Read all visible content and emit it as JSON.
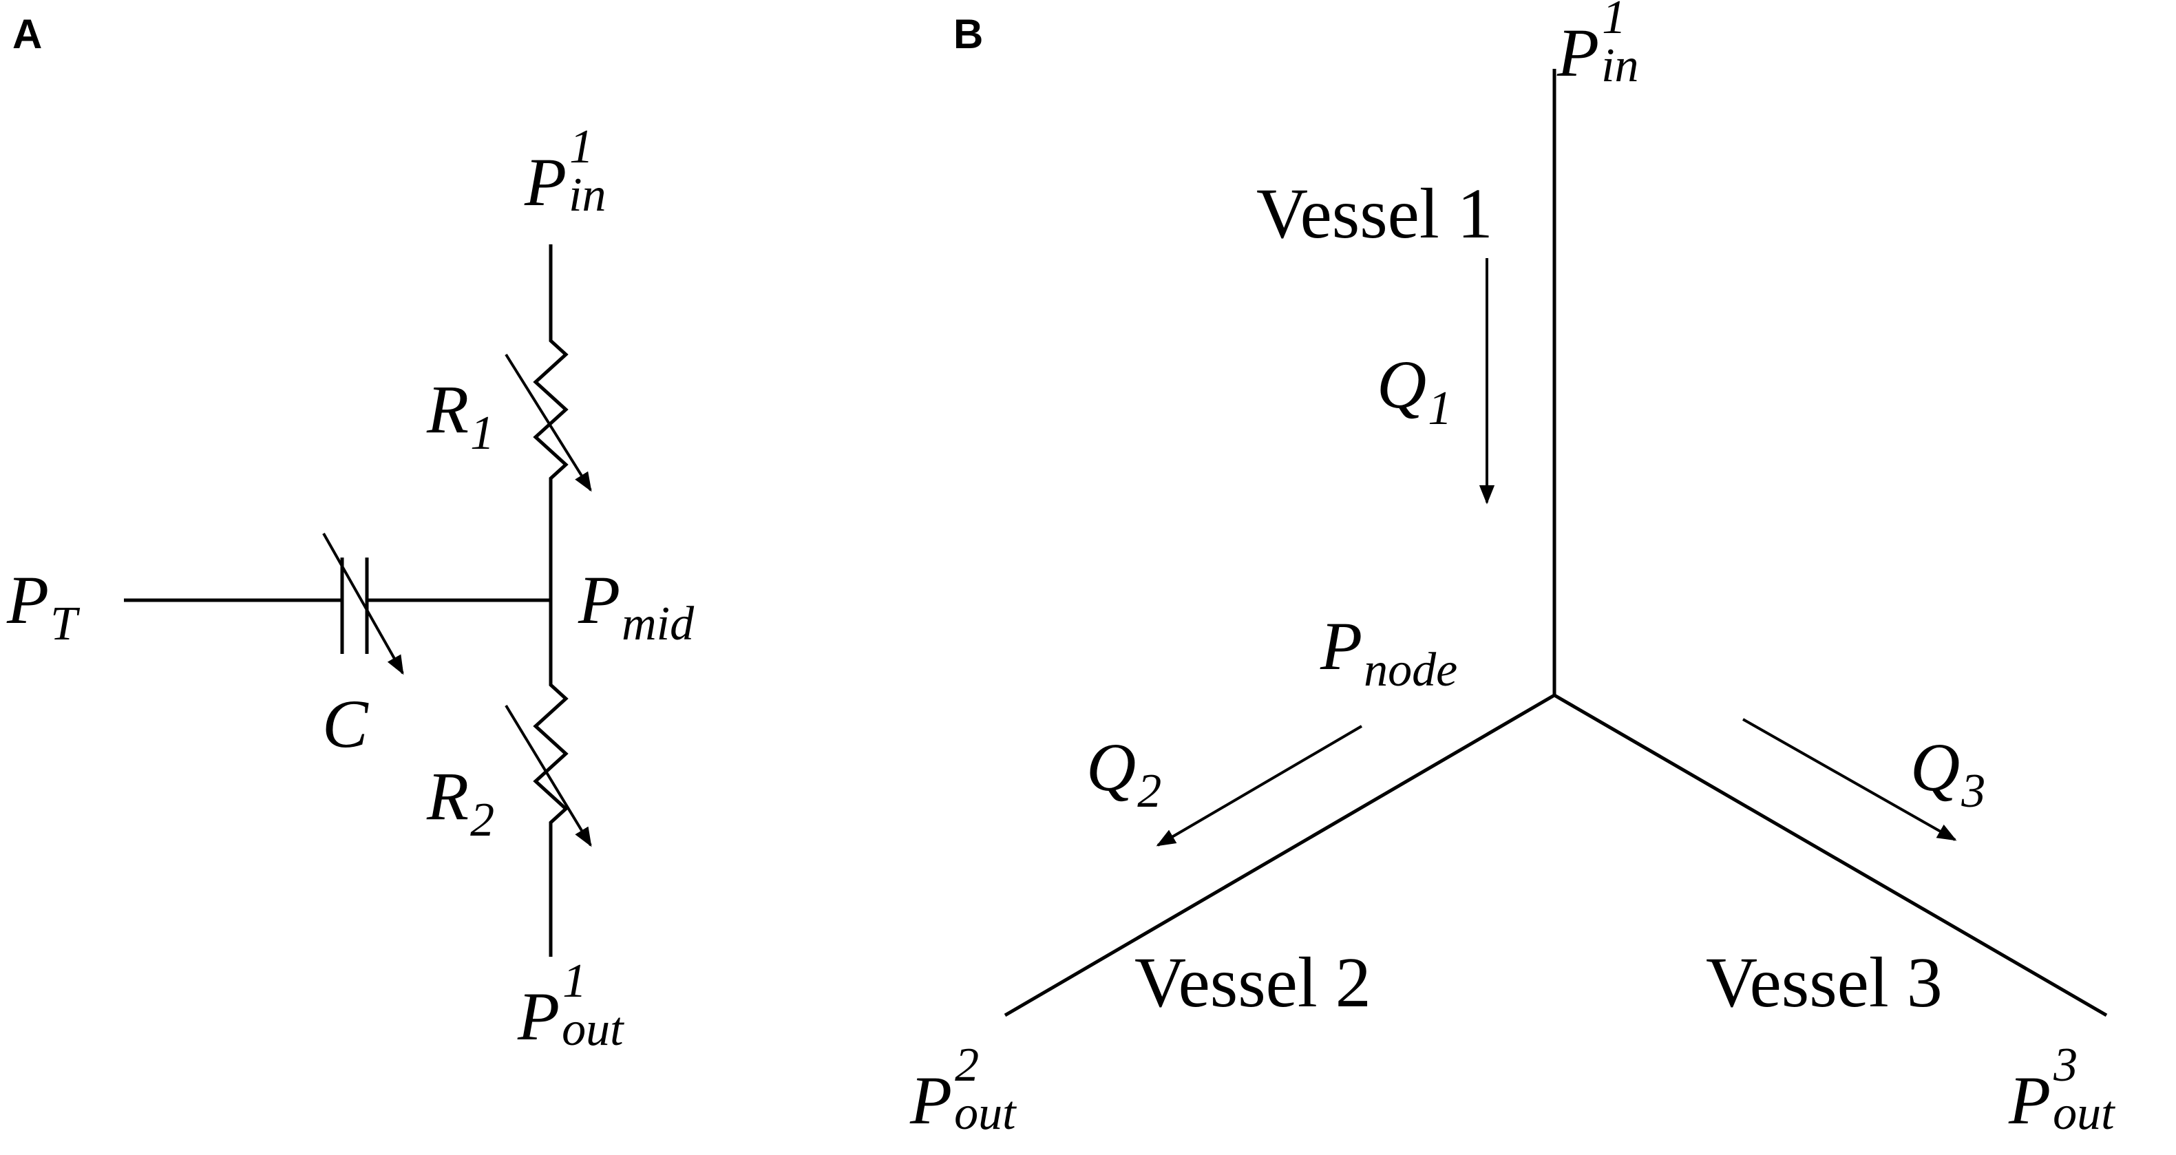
{
  "panels": {
    "a": {
      "letter": "A",
      "p_in": {
        "base": "P",
        "sub": "in",
        "sup": "1"
      },
      "p_t": {
        "base": "P",
        "sub": "T"
      },
      "p_mid": {
        "base": "P",
        "sub": "mid"
      },
      "p_out": {
        "base": "P",
        "sub": "out",
        "sup": "1"
      },
      "r1": {
        "base": "R",
        "sub": "1"
      },
      "r2": {
        "base": "R",
        "sub": "2"
      },
      "c": {
        "base": "C"
      }
    },
    "b": {
      "letter": "B",
      "p_in": {
        "base": "P",
        "sub": "in",
        "sup": "1"
      },
      "vessel1": "Vessel 1",
      "vessel2": "Vessel 2",
      "vessel3": "Vessel 3",
      "q1": {
        "base": "Q",
        "sub": "1"
      },
      "q2": {
        "base": "Q",
        "sub": "2"
      },
      "q3": {
        "base": "Q",
        "sub": "3"
      },
      "p_node": {
        "base": "P",
        "sub": "node"
      },
      "p_out2": {
        "base": "P",
        "sub": "out",
        "sup": "2"
      },
      "p_out3": {
        "base": "P",
        "sub": "out",
        "sup": "3"
      }
    }
  }
}
